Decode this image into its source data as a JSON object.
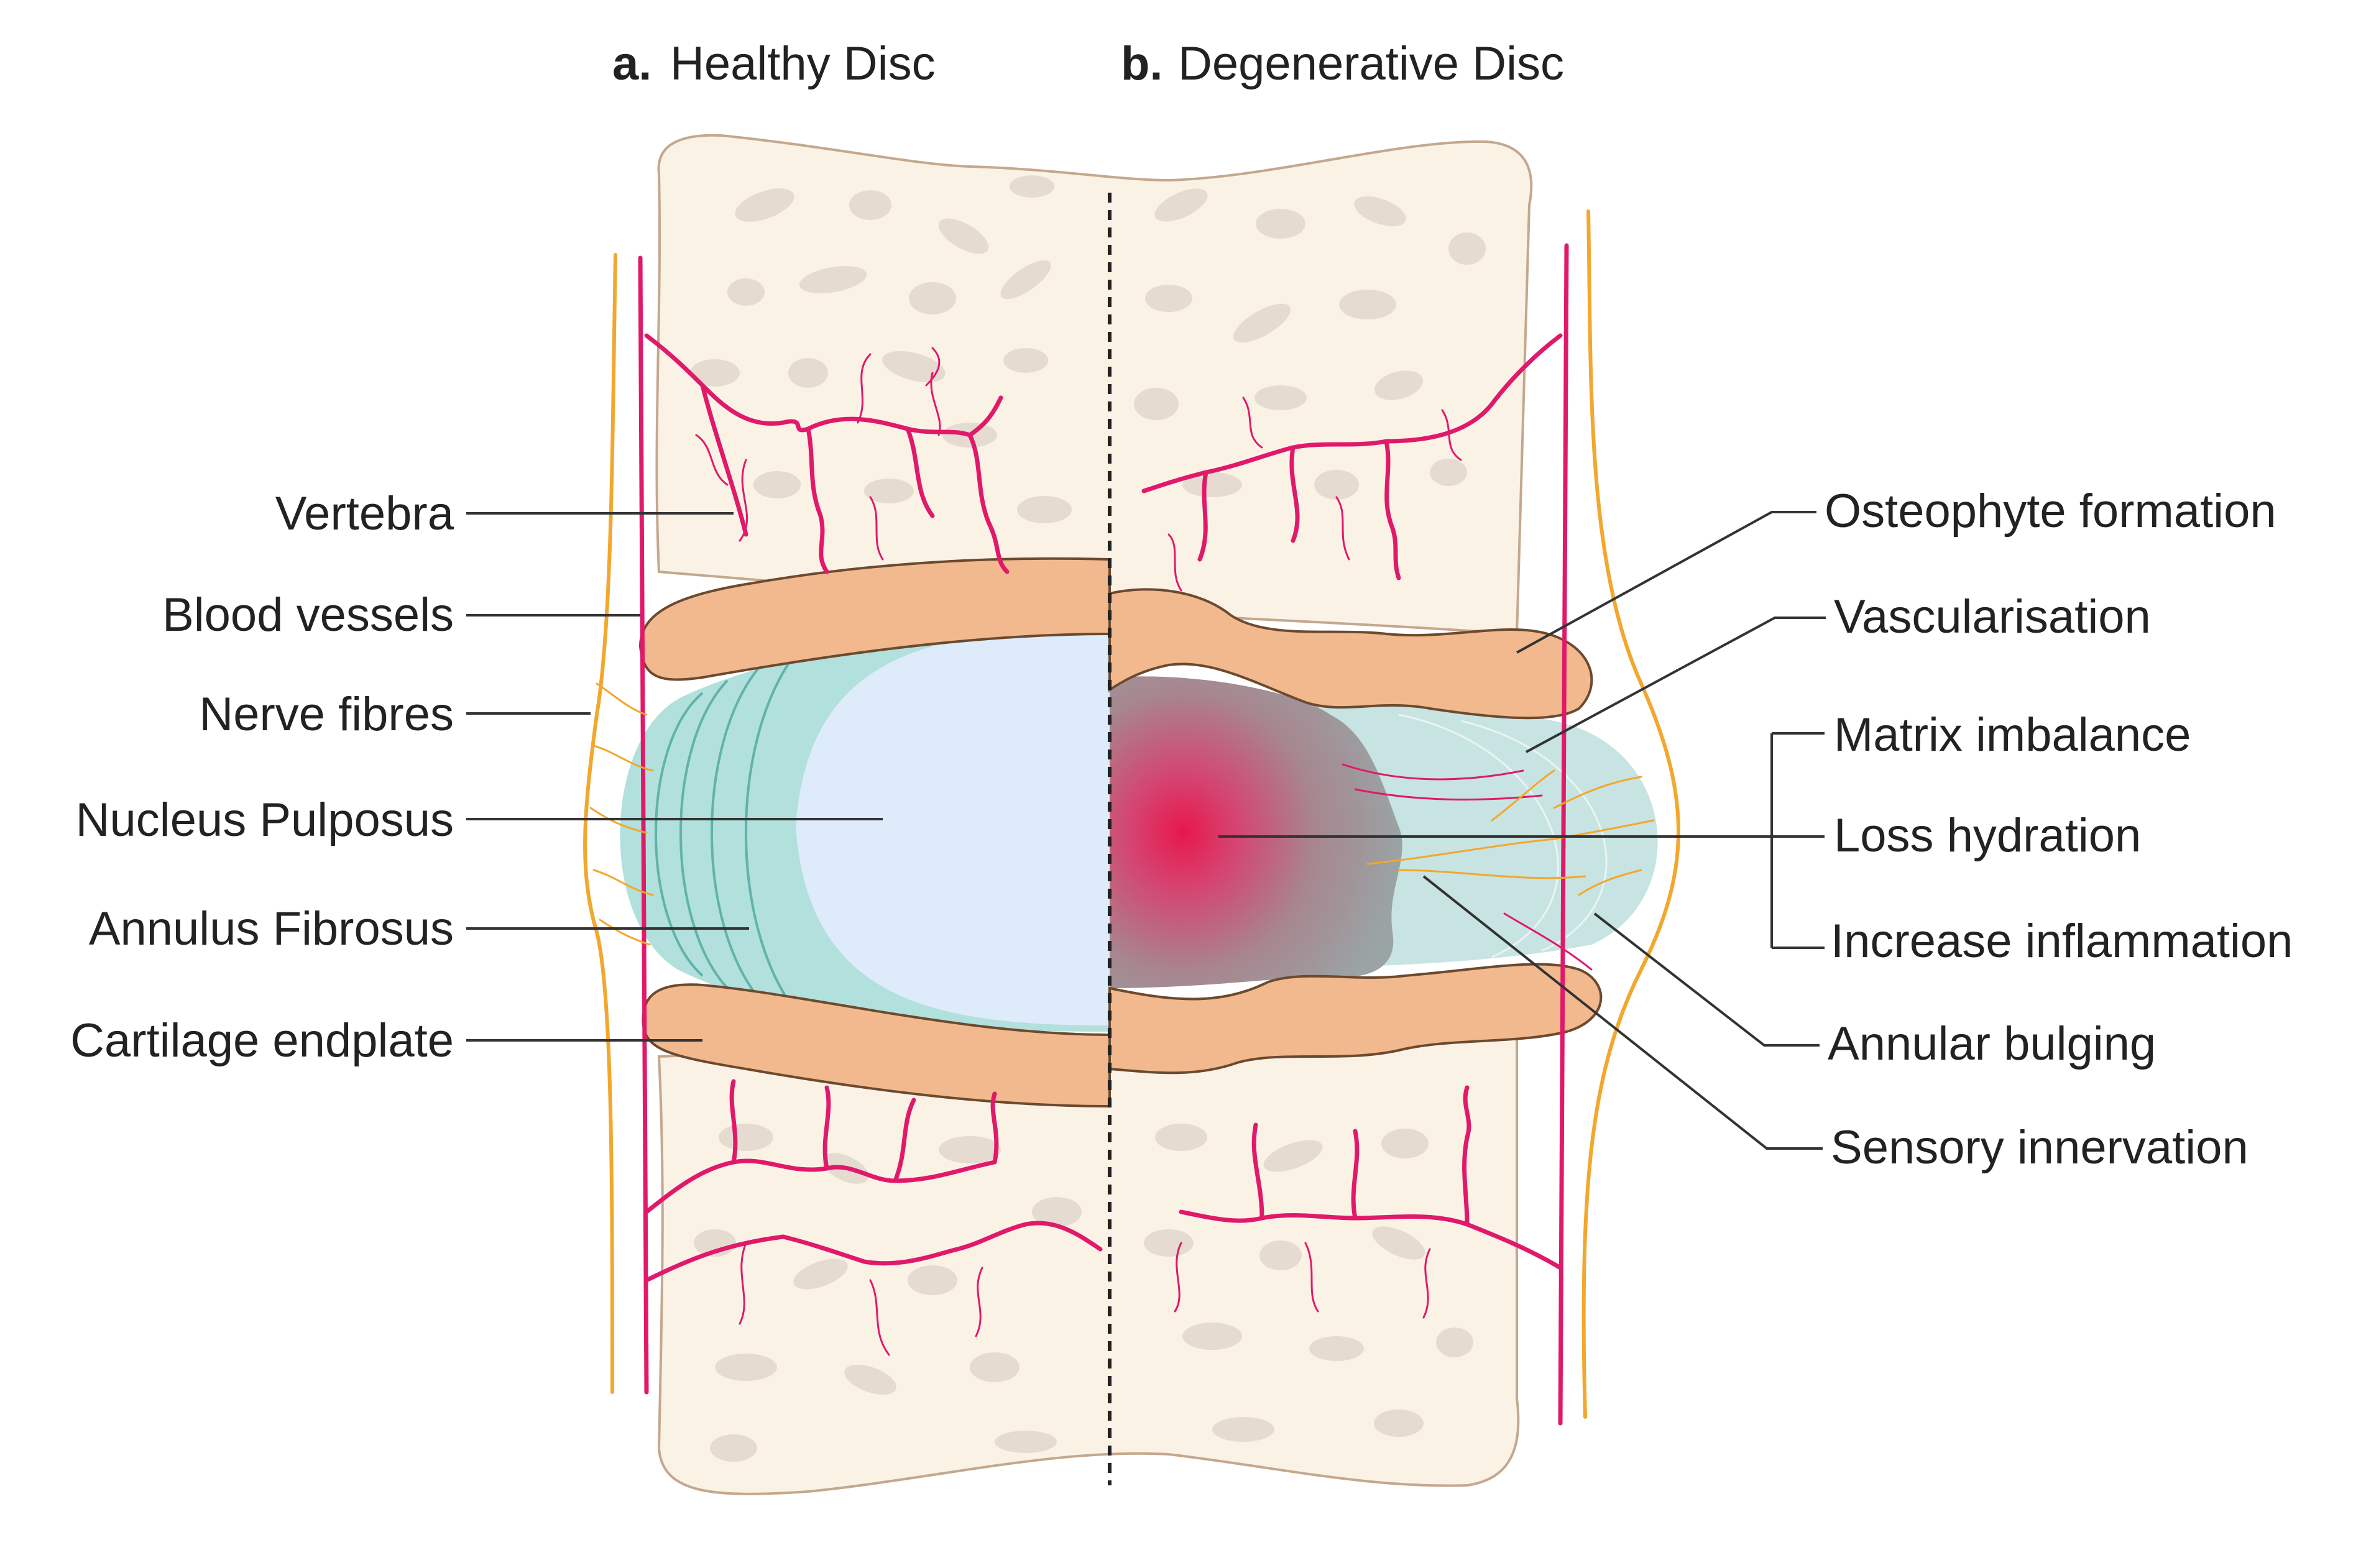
{
  "titles": {
    "healthy_prefix": "a.",
    "healthy": "Healthy Disc",
    "degenerative_prefix": "b.",
    "degenerative": "Degenerative Disc"
  },
  "left_labels": {
    "vertebra": "Vertebra",
    "blood_vessels": "Blood vessels",
    "nerve_fibres": "Nerve fibres",
    "nucleus_pulposus": "Nucleus Pulposus",
    "annulus_fibrosus": "Annulus Fibrosus",
    "cartilage_endplate": "Cartilage endplate"
  },
  "right_labels": {
    "osteophyte_formation": "Osteophyte formation",
    "vascularisation": "Vascularisation",
    "matrix_imbalance": "Matrix imbalance",
    "loss_hydration": "Loss hydration",
    "increase_inflammation": "Increase inflammation",
    "annular_bulging": "Annular bulging",
    "sensory_innervation": "Sensory innervation"
  },
  "colors": {
    "bone_fill": "#fbf2e6",
    "bone_stroke": "#c4a88e",
    "bone_spot": "#e6dbd0",
    "endplate": "#f1b98d",
    "endplate_stroke": "#6b4a2f",
    "annulus": "#b2e0dc",
    "annulus_ring": "#5fb3ab",
    "nucleus": "#ddebfa",
    "vessel": "#e0196a",
    "nerve": "#f2a72e",
    "inflammation": "#e8174d",
    "divider": "#222222"
  }
}
